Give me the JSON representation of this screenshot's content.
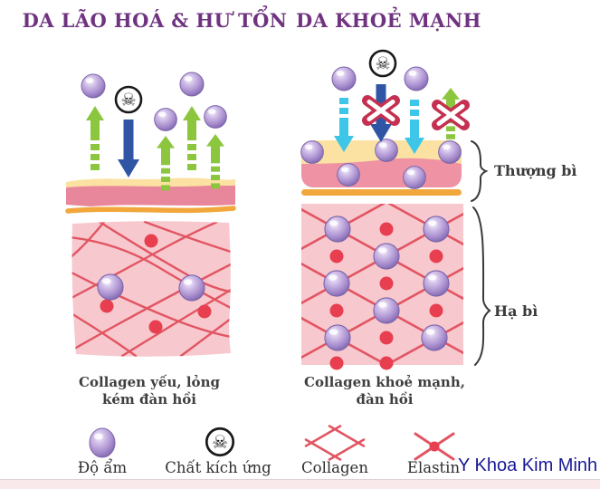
{
  "titles": {
    "left": "DA LÃO HOÁ & HƯ TỔN",
    "right": "DA KHOẺ MẠNH"
  },
  "layer_labels": {
    "epidermis": "Thượng bì",
    "dermis": "Hạ bì"
  },
  "captions": {
    "left_line1": "Collagen yếu, lỏng",
    "left_line2": "kém đàn hồi",
    "right_line1": "Collagen khoẻ mạnh,",
    "right_line2": "đàn hồi"
  },
  "legend": {
    "moisture": "Độ ẩm",
    "irritant": "Chất kích ứng",
    "collagen": "Collagen",
    "elastin": "Elastin"
  },
  "watermark": "Y Khoa Kim Minh",
  "icons": {
    "skull": "☠"
  },
  "figure": {
    "left_panel": {
      "moisture_balls_above_skin": 4,
      "moisture_escaping_arrows": 4,
      "irritant_entering_arrows": 1,
      "dermis_moisture_balls": 2,
      "collagen_state": "loose, weak, irregular network"
    },
    "right_panel": {
      "moisture_balls_above_skin": 2,
      "moisture_entering_arrows": 2,
      "irritant_blocked": 1,
      "moisture_escape_blocked": 1,
      "epidermis_moisture_balls": 5,
      "dermis_moisture_balls": 8,
      "collagen_state": "dense, regular, elastic network"
    }
  },
  "colors": {
    "title_purple": "#6f3380",
    "text_dark": "#3b3b3b",
    "watermark_blue": "#191995",
    "moisture_ball_purple": "#a98fd0",
    "arrow_out_green": "#8cc63f",
    "arrow_in_blue": "#2f55a4",
    "arrow_in_cyan": "#3ec6e8",
    "blocked_x_red": "#c53050",
    "epidermis_yellow": "#fbe2a2",
    "epidermis_pink": "#ee92a4",
    "basal_orange": "#f2a73c",
    "dermis_pink": "#f7c9ce",
    "collagen_red": "#e25563",
    "elastin_red": "#e83f50"
  }
}
